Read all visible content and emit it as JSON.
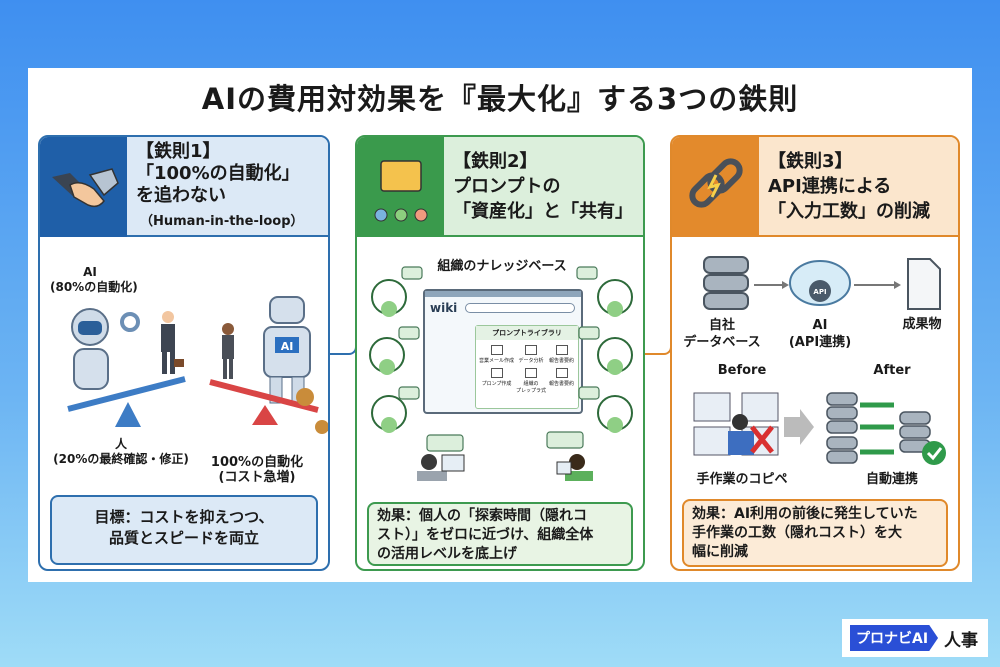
{
  "title": "AIの費用対効果を『最大化』する3つの鉄則",
  "rules": [
    {
      "number": "【鉄則1】",
      "heading": "「100%の自動化」\nを追わない",
      "sub": "（Human-in-the-loop）",
      "icon": "handshake-icon",
      "labels": {
        "ai": "AI\n(80%の自動化)",
        "human": "人\n(20%の最終確認・修正)",
        "full": "100%の自動化\n(コスト急増)",
        "robot_badge": "AI"
      },
      "effect": "目標：コストを抑えつつ、\n品質とスピードを両立",
      "color": "#2e6fae"
    },
    {
      "number": "【鉄則2】",
      "heading": "プロンプトの\n「資産化」と「共有」",
      "icon": "shared-folder-icon",
      "labels": {
        "kb": "組織のナレッジベース",
        "wiki": "wiki",
        "library": "プロンプトライブラリ",
        "items": [
          "営業メール作成",
          "データ分析",
          "報告書要約",
          "プロンプ作成",
          "組織の\nプレップラ式",
          "報告書要約"
        ]
      },
      "effect": "効果：個人の「探索時間（隠れコ\nスト）」をゼロに近づけ、組織全体\nの活用レベルを底上げ",
      "color": "#3d9a4f"
    },
    {
      "number": "【鉄則3】",
      "heading": "API連携による\n「入力工数」の削減",
      "icon": "chain-link-icon",
      "labels": {
        "db": "自社\nデータベース",
        "ai": "AI\n(API連携)",
        "api": "API",
        "output": "成果物",
        "before": "Before",
        "after": "After",
        "manual": "手作業のコピペ",
        "auto": "自動連携"
      },
      "effect": "効果：AI利用の前後に発生していた\n手作業の工数（隠れコスト）を大\n幅に削減",
      "color": "#e0892b"
    }
  ],
  "logo": {
    "brand": "プロナビAI",
    "suffix": "人事"
  }
}
